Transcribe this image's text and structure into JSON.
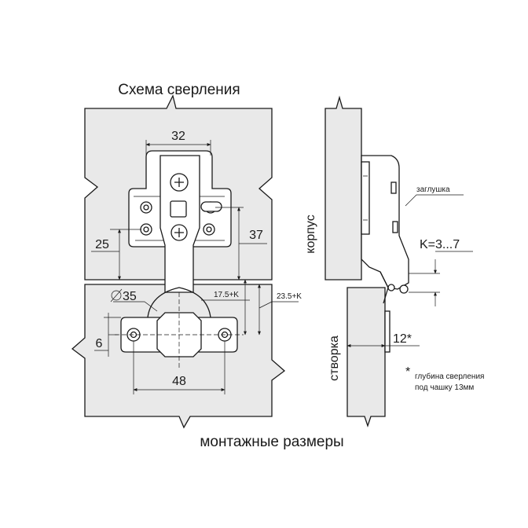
{
  "title": "Схема сверления",
  "footer": "монтажные размеры",
  "dimensions": {
    "width_32": "32",
    "height_25": "25",
    "height_37": "37",
    "diameter_35": "35",
    "offset_17": "17.5+K",
    "offset_23": "23.5+K",
    "offset_6": "6",
    "width_48": "48",
    "k_range": "K=3...7",
    "depth_12": "12*"
  },
  "labels": {
    "korpus": "корпус",
    "stvorka": "створка",
    "zaglushka": "заглушка",
    "note_star": "*",
    "note_line1": "глубина сверления",
    "note_line2": "под чашку 13мм"
  },
  "colors": {
    "panel": "#e9e9e9",
    "line": "#1a1a1a"
  }
}
